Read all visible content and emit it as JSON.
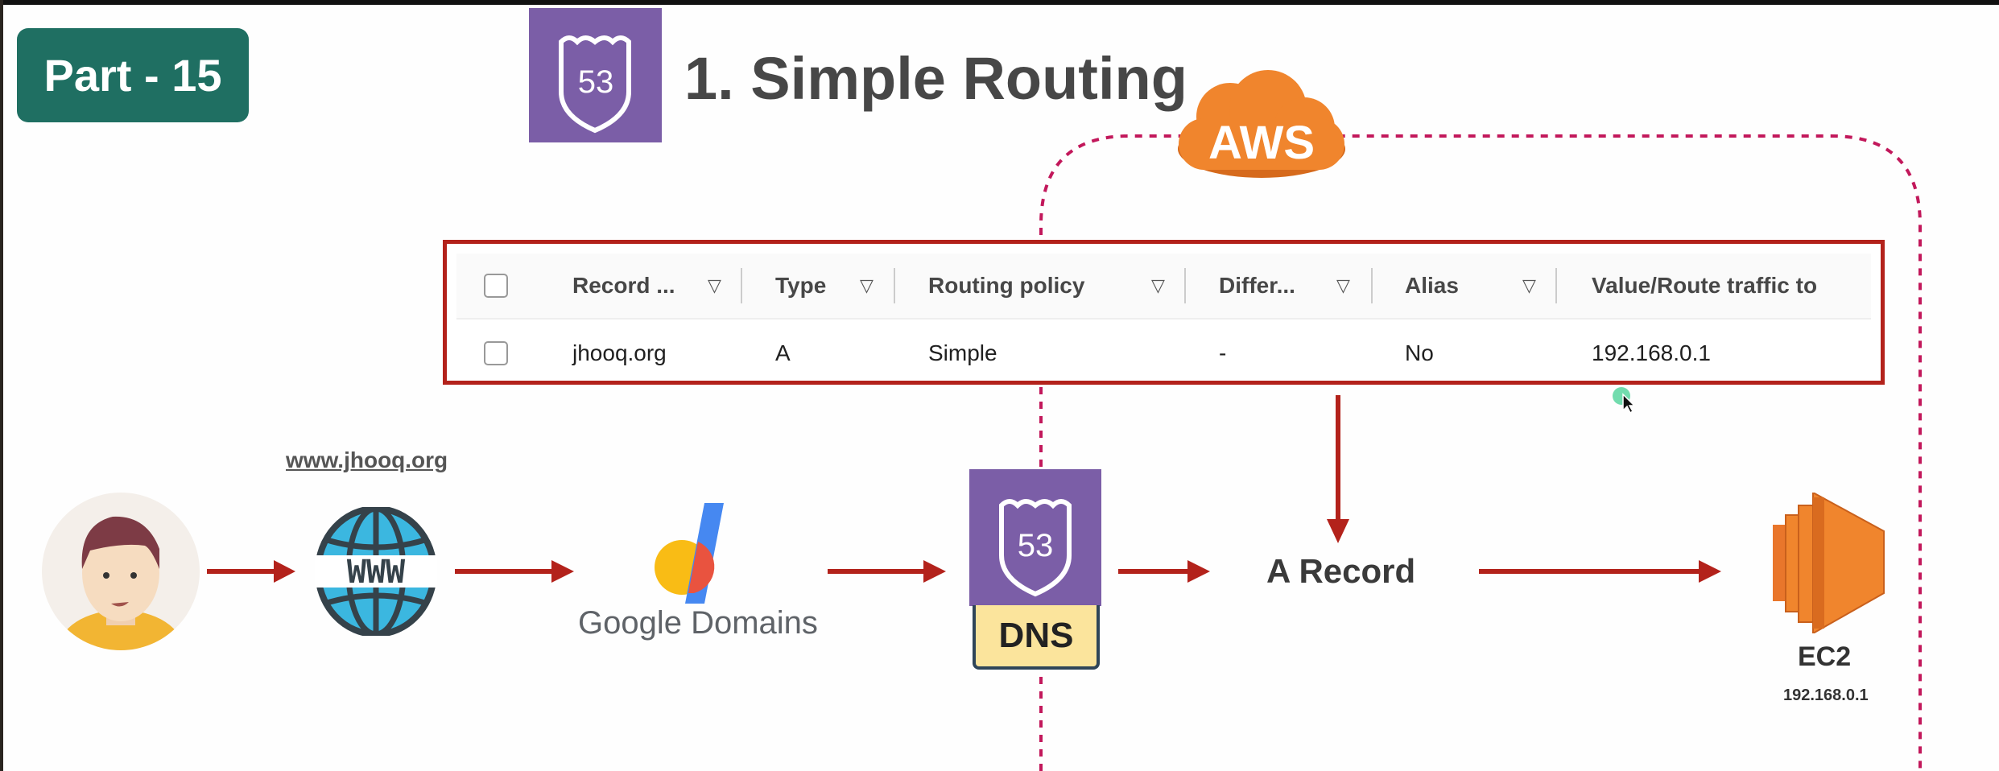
{
  "badge": "Part - 15",
  "title": "1. Simple Routing",
  "cloud_label": "AWS",
  "table": {
    "headers": [
      "Record ...",
      "Type",
      "Routing policy",
      "Differ...",
      "Alias",
      "Value/Route traffic to"
    ],
    "rows": [
      [
        "jhooq.org",
        "A",
        "Simple",
        "-",
        "No",
        "192.168.0.1"
      ]
    ]
  },
  "flow": {
    "url_label": "www.jhooq.org",
    "www_icon_text": "WWW",
    "registrar": "Google Domains",
    "route53_number": "53",
    "dns_label": "DNS",
    "record_label": "A Record",
    "ec2_label": "EC2",
    "ec2_ip": "192.168.0.1"
  },
  "colors": {
    "badge": "#1f6f62",
    "route53": "#7b5ea7",
    "aws": "#f0852d",
    "arrow": "#b3221b",
    "boundary": "#c2185b"
  }
}
